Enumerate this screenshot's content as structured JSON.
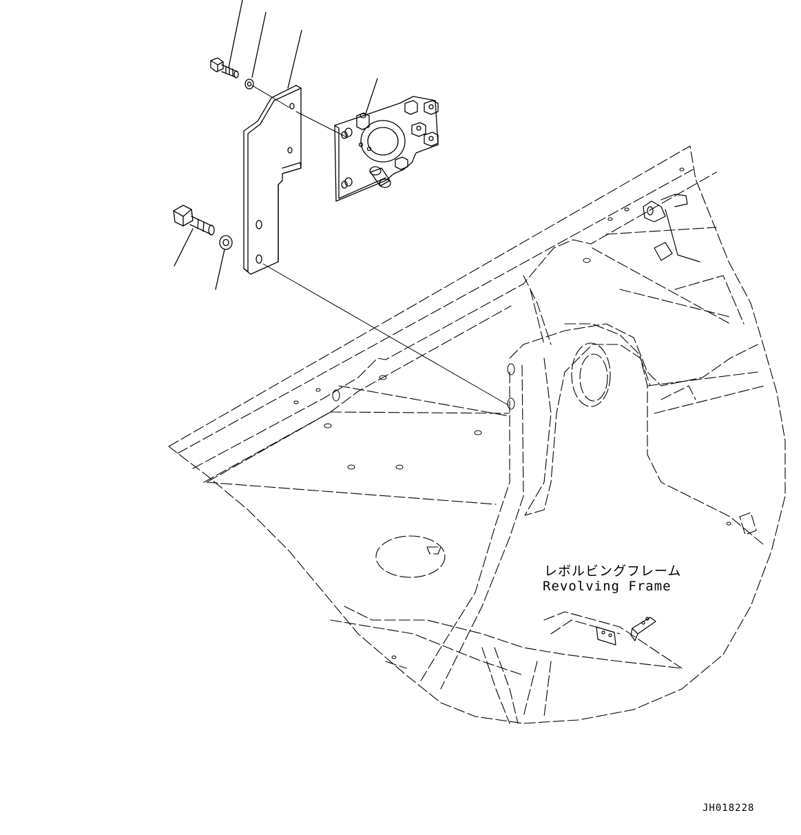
{
  "labels": {
    "frame_jp": "レボルビングフレーム",
    "frame_en": "Revolving Frame"
  },
  "drawing_number": "JH018228",
  "colors": {
    "line": "#000000",
    "background": "#ffffff"
  }
}
